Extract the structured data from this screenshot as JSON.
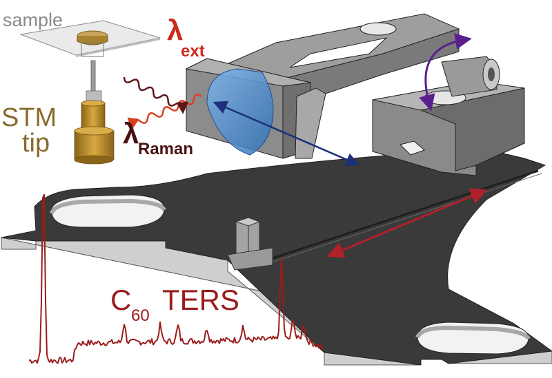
{
  "labels": {
    "sample": "sample",
    "stm_line1": "STM",
    "stm_line2": "tip",
    "lambda": "λ",
    "ext_sub": "ext",
    "raman_sub": "Raman",
    "spectrum_c": "C",
    "spectrum_sub": "60",
    "spectrum_rest": "TERS"
  },
  "colors": {
    "plate": "#3a3a3a",
    "plate_edge": "#bdbdbd",
    "block_top": "#9e9e9e",
    "block_side": "#7a7a7a",
    "lens": "#4a8fd4",
    "laser_in": "#d9401f",
    "laser_out": "#5e1616",
    "spectrum": "#9b1c1c",
    "arrow_red": "#b3202a",
    "arrow_blue": "#1b2f7a",
    "arrow_purple": "#5a1f8c",
    "tip_gold": "#b8892b",
    "stm_text": "#8a6a2e",
    "lambda_ext": "#cc2a1e",
    "lambda_raman": "#4a1212",
    "sample_text": "#8a8a8a"
  },
  "icons": [
    "stm-tip-icon",
    "sample-plate-icon",
    "lens-icon"
  ]
}
